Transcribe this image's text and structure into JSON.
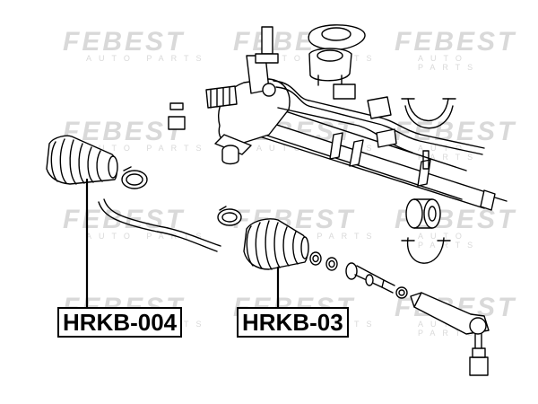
{
  "watermark": {
    "brand": "FEBEST",
    "tagline": "AUTO PARTS"
  },
  "labels": {
    "left_part": "HRKB-004",
    "right_part": "HRKB-03"
  },
  "colors": {
    "line": "#000000",
    "watermark": "#d9d9d9",
    "background": "#ffffff"
  }
}
